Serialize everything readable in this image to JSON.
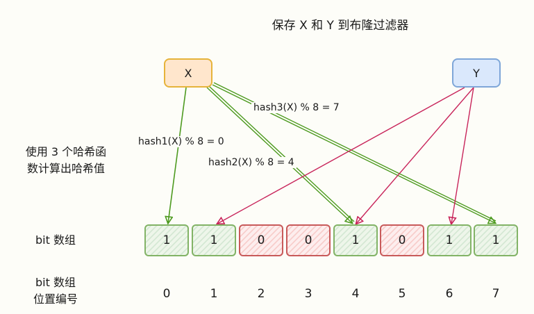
{
  "title": "保存 X 和  Y 到布隆过滤器",
  "nodes": {
    "x": {
      "label": "X",
      "fill": "#ffe6cc",
      "stroke": "#e6b33a"
    },
    "y": {
      "label": "Y",
      "fill": "#dae8fc",
      "stroke": "#7ea6d8"
    }
  },
  "hash_labels": {
    "hash1": "hash1(X) % 8 = 0",
    "hash2": "hash2(X) % 8 = 4",
    "hash3": "hash3(X) % 8 = 7"
  },
  "side_labels": {
    "hash_desc_line1": "使用 3 个哈希函",
    "hash_desc_line2": "数计算出哈希值",
    "bit_array": "bit 数组",
    "position_line1": "bit 数组",
    "position_line2": "位置编号"
  },
  "bit_array": {
    "values": [
      "1",
      "1",
      "0",
      "0",
      "1",
      "0",
      "1",
      "1"
    ],
    "indices": [
      "0",
      "1",
      "2",
      "3",
      "4",
      "5",
      "6",
      "7"
    ],
    "set_color": "#82b366",
    "unset_color": "#c85a5a"
  },
  "mappings": {
    "x_targets": [
      0,
      4,
      7
    ],
    "y_targets": [
      1,
      4,
      6
    ],
    "x_arrow_color": "#4d9a1f",
    "y_arrow_color": "#c8245a"
  }
}
